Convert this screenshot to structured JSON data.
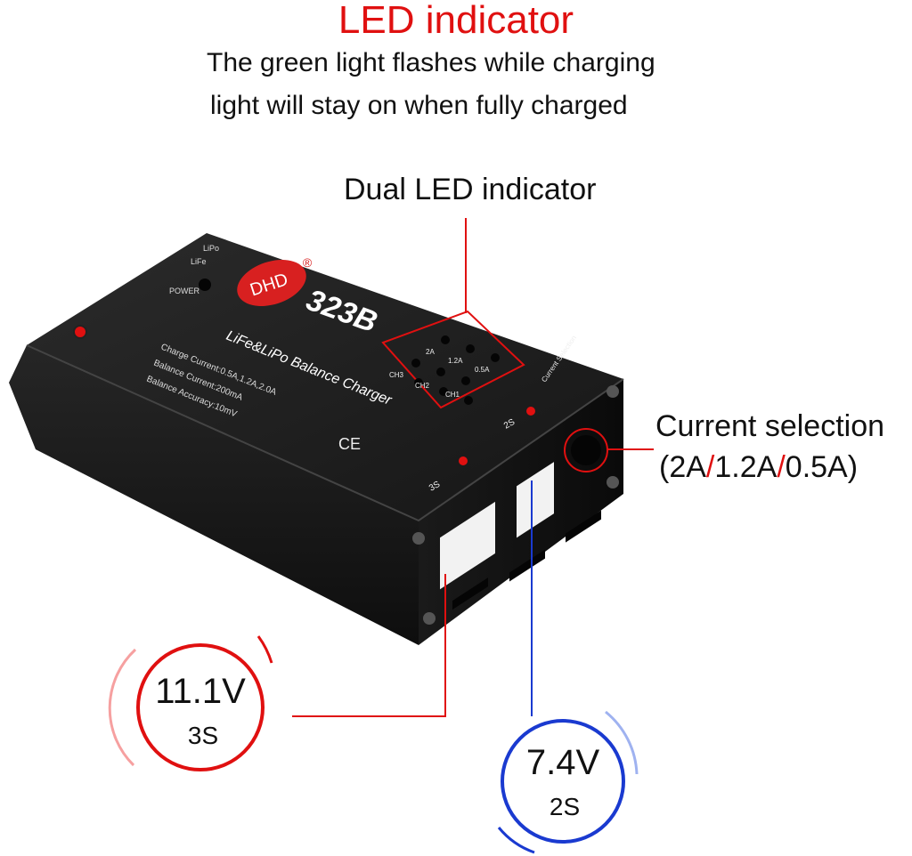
{
  "header": {
    "title": "LED indicator",
    "line1": "The green light flashes while charging",
    "line2": "light will stay on when fully charged"
  },
  "callouts": {
    "dual_led": "Dual LED indicator",
    "current_selection_title": "Current selection",
    "current_selection_values": [
      "2A",
      "1.2A",
      "0.5A"
    ],
    "separator": "/",
    "open_paren": "(",
    "close_paren": ")"
  },
  "badges": {
    "red": {
      "voltage": "11.1V",
      "cells": "3S"
    },
    "blue": {
      "voltage": "7.4V",
      "cells": "2S"
    }
  },
  "device": {
    "brand": "DHD",
    "registered": "®",
    "model": "323B",
    "subtitle": "LiFe&LiPo Balance Charger",
    "spec1": "Charge Current:0.5A,1.2A,2.0A",
    "spec2": "Balance Current:200mA",
    "spec3": "Balance Accuracy:10mV",
    "label_lipo": "LiPo",
    "label_life": "LiFe",
    "label_power": "POWER",
    "led_labels_top": [
      "2A",
      "1.2A",
      "0.5A"
    ],
    "led_labels_bottom": [
      "CH3",
      "CH2",
      "CH1"
    ],
    "current_label": "Current Selection",
    "port_2s": "2S",
    "port_3s": "3S",
    "ce": "CE"
  },
  "colors": {
    "red": "#e01010",
    "blue": "#1a3ad0",
    "body": "#1b1b1b"
  }
}
